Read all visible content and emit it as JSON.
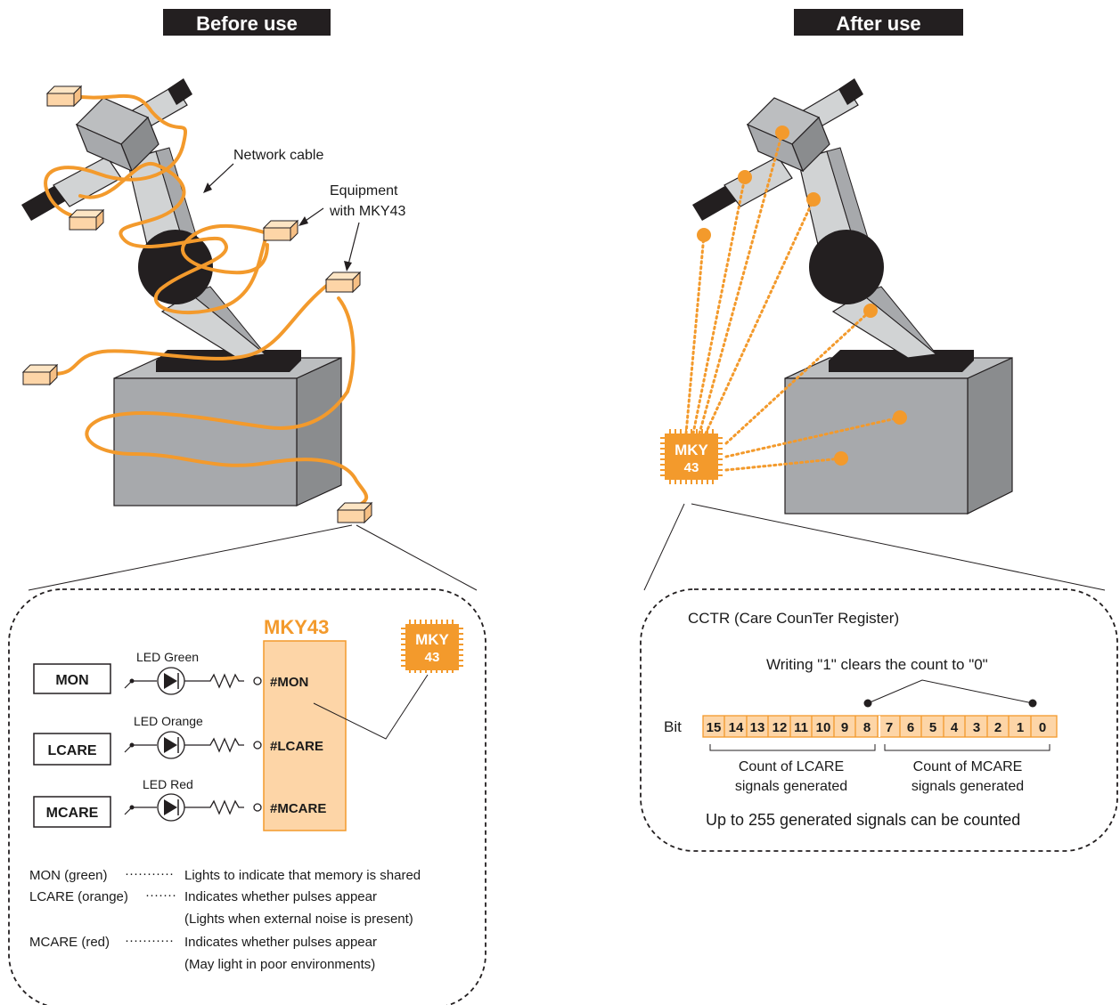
{
  "colors": {
    "orange": "#F39A2C",
    "box": "#FDD5A7",
    "gray": "#A7A9AC",
    "dark": "#231F20"
  },
  "headers": {
    "before": "Before use",
    "after": "After use"
  },
  "left": {
    "network_cable": "Network cable",
    "equipment_line1": "Equipment",
    "equipment_line2": "with MKY43",
    "chip_title": "MKY43",
    "chip_icon_l1": "MKY",
    "chip_icon_l2": "43",
    "signals": [
      {
        "box": "MON",
        "led": "LED  Green",
        "pin": "#MON"
      },
      {
        "box": "LCARE",
        "led": "LED  Orange",
        "pin": "#LCARE"
      },
      {
        "box": "MCARE",
        "led": "LED  Red",
        "pin": "#MCARE"
      }
    ],
    "legend": [
      {
        "name": "MON (green)",
        "dots": "···········",
        "desc": "Lights to indicate that memory is shared"
      },
      {
        "name": "LCARE (orange)",
        "dots": "·······",
        "desc": "Indicates whether pulses appear"
      },
      {
        "name": "",
        "dots": "",
        "desc": "(Lights when external noise is present)"
      },
      {
        "name": "MCARE (red)",
        "dots": "···········",
        "desc": "Indicates whether pulses appear"
      },
      {
        "name": "",
        "dots": "",
        "desc": "(May light in poor environments)"
      }
    ]
  },
  "right": {
    "chip_l1": "MKY",
    "chip_l2": "43",
    "register": "CCTR (Care CounTer Register)",
    "clear_note": "Writing \"1\" clears the count to \"0\"",
    "bit_label": "Bit",
    "bits": [
      "15",
      "14",
      "13",
      "12",
      "11",
      "10",
      "9",
      "8",
      "7",
      "6",
      "5",
      "4",
      "3",
      "2",
      "1",
      "0"
    ],
    "lcare_l1": "Count of LCARE",
    "lcare_l2": "signals generated",
    "mcare_l1": "Count of MCARE",
    "mcare_l2": "signals generated",
    "max_note": "Up to 255 generated signals can be counted"
  }
}
